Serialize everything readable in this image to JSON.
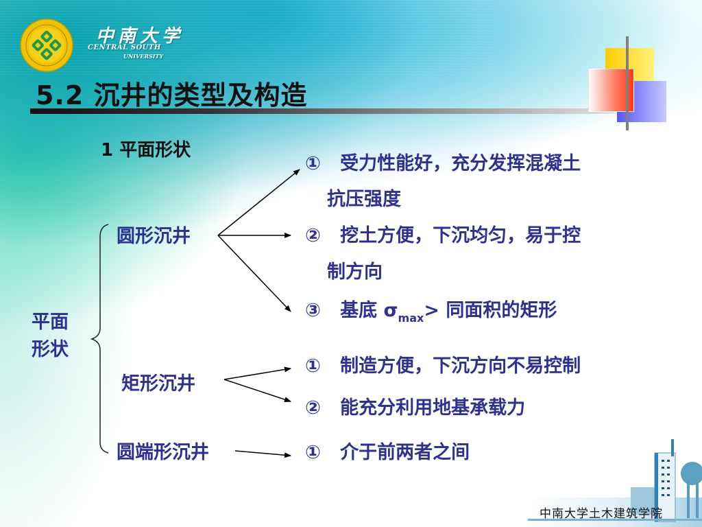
{
  "header": {
    "university_name_cn": "中南大学",
    "university_name_en_line1": "CENTRAL SOUTH",
    "university_name_en_line2": "UNIVERSITY",
    "logo_icon": "university-seal-icon"
  },
  "slide": {
    "title": "5.2  沉井的类型及构造",
    "section_heading": "1  平面形状"
  },
  "diagram": {
    "root_line1": "平面",
    "root_line2": "形状",
    "categories": [
      {
        "label": "圆形沉井",
        "items": [
          {
            "marker": "①",
            "text_line1": "受力性能好，充分发挥混凝土",
            "text_line2": "抗压强度"
          },
          {
            "marker": "②",
            "text_line1": "挖土方便，下沉均匀，易于控",
            "text_line2": "制方向"
          },
          {
            "marker": "③",
            "text_prefix": "基底 σ",
            "subscript": "max",
            "text_suffix": "> 同面积的矩形"
          }
        ]
      },
      {
        "label": "矩形沉井",
        "items": [
          {
            "marker": "①",
            "text_line1": "制造方便，下沉方向不易控制"
          },
          {
            "marker": "②",
            "text_line1": "能充分利用地基承载力"
          }
        ]
      },
      {
        "label": "圆端形沉井",
        "items": [
          {
            "marker": "①",
            "text_line1": "介于前两者之间"
          }
        ]
      }
    ]
  },
  "footer": {
    "school_name": "中南大学土木建筑学院"
  },
  "colors": {
    "text_blue": "#2e3192",
    "title_black": "#111111",
    "deco_yellow": "#ffcc00",
    "deco_red": "#ff3a10",
    "deco_blue": "#5555ff",
    "teal": "#00a0aa"
  }
}
